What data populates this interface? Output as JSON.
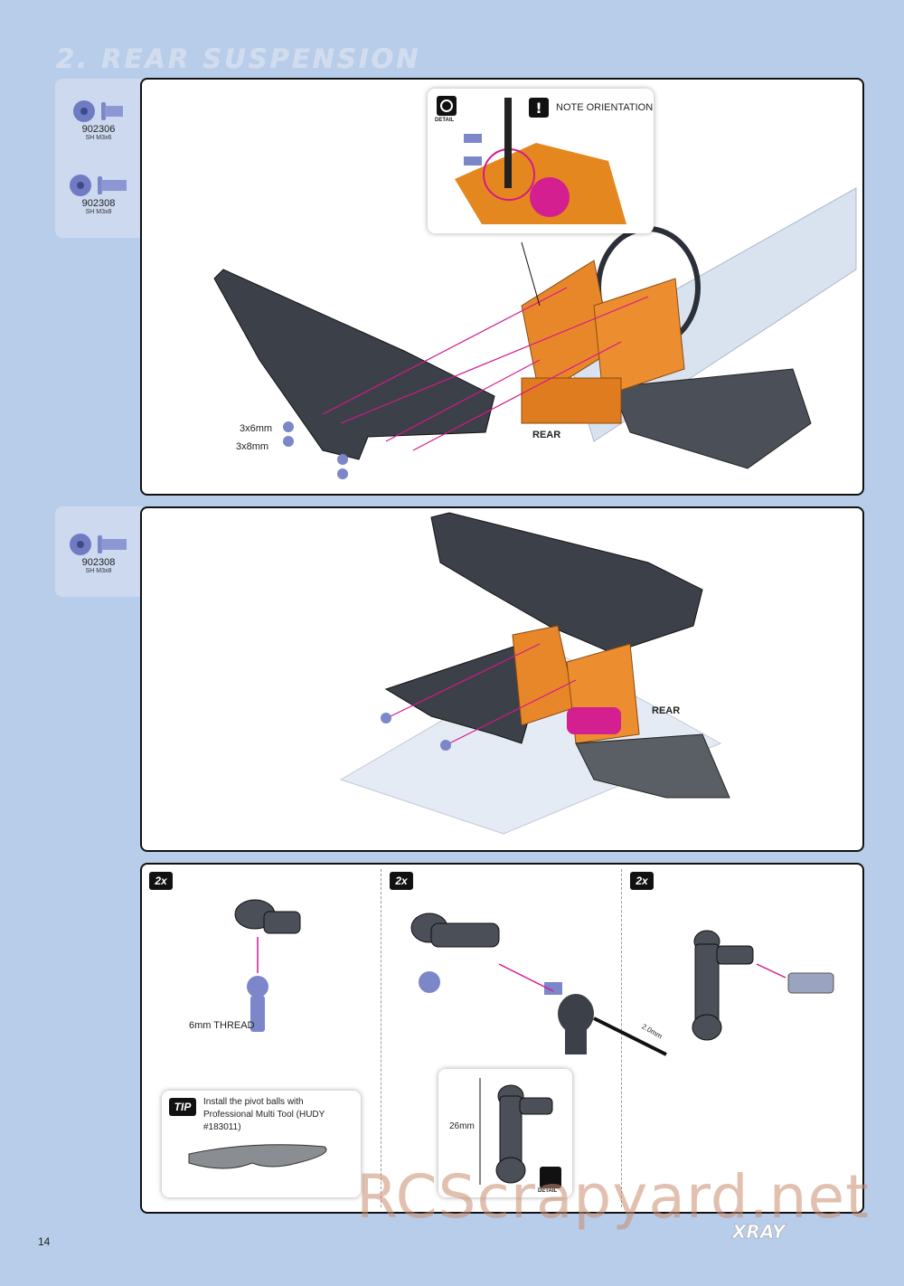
{
  "section": {
    "title": "2. REAR SUSPENSION"
  },
  "parts_step1": [
    {
      "code": "902306",
      "desc": "SH M3x6"
    },
    {
      "code": "902308",
      "desc": "SH M3x8"
    }
  ],
  "parts_step2": [
    {
      "code": "902308",
      "desc": "SH M3x8"
    }
  ],
  "step1": {
    "note": "NOTE ORIENTATION",
    "detail_label": "DETAIL",
    "screw_a": "3x6mm",
    "screw_b": "3x8mm",
    "rear": "REAR"
  },
  "step2": {
    "rear": "REAR"
  },
  "step3": {
    "qty": [
      "2x",
      "2x",
      "2x"
    ],
    "thread": "6mm THREAD",
    "tool": "2.0mm",
    "length": "26mm",
    "detail_label": "DETAIL",
    "tip_badge": "TIP",
    "tip_text": "Install the pivot balls with Professional Multi Tool (HUDY #183011)"
  },
  "page_number": "14",
  "brand": "XRAY",
  "watermark": "RCScrapyard.net",
  "colors": {
    "background": "#b8cde9",
    "accent": "#e5871f",
    "arrow": "#d4198c",
    "screw": "#7b87c9"
  }
}
